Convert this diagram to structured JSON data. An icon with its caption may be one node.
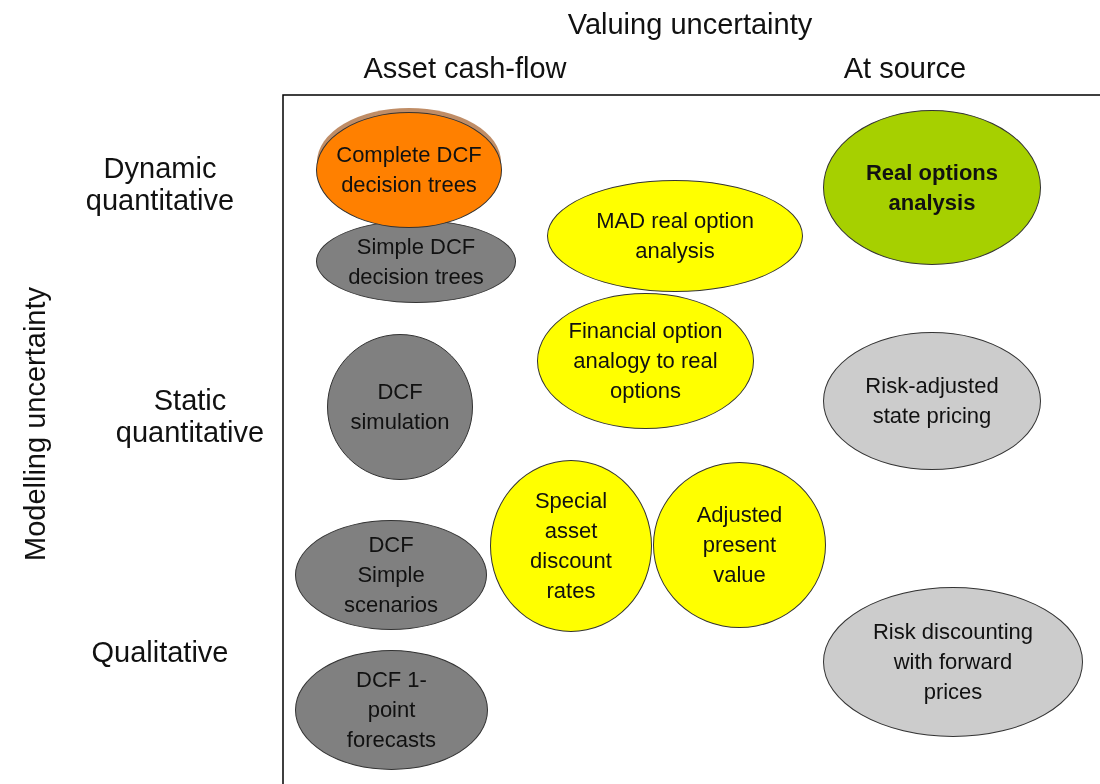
{
  "diagram": {
    "nodes": [
      {
        "text": [
          "Complete DCF decision trees"
        ]
      },
      {
        "text": [
          "Real options analysis"
        ]
      },
      {
        "text": [
          "Simple DCF decision trees"
        ]
      },
      {
        "text": [
          "MAD real option analysis"
        ]
      },
      {
        "text": [
          "Financial option analogy to real options"
        ]
      },
      {
        "text": [
          "DCF simulation"
        ]
      },
      {
        "text": [
          "Risk-adjusted state pricing"
        ]
      },
      {
        "text": [
          "Special asset discount rates"
        ]
      },
      {
        "text": [
          "Adjusted present value"
        ]
      },
      {
        "text": [
          "DCF Simple scenarios"
        ]
      },
      {
        "text": [
          "Risk discounting with forward prices"
        ]
      },
      {
        "text": [
          "DCF 1-point forecasts"
        ]
      }
    ],
    "labels": [
      "Valuing uncertainty",
      "Asset cash-flow",
      "At source",
      "Dynamic quantitative",
      "Modelling uncertainty",
      "Static quantitative",
      "Qualitative"
    ]
  }
}
